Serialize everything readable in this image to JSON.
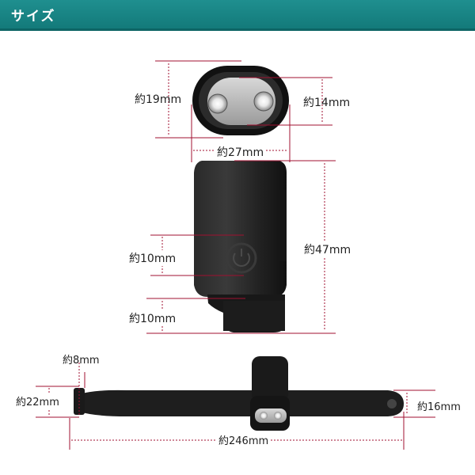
{
  "header": {
    "title": "サイズ"
  },
  "dimensions": {
    "head_height": "約19mm",
    "lens_height": "約14mm",
    "head_width": "約27mm",
    "body_height": "約47mm",
    "button_section": "約10mm",
    "base_section": "約10mm",
    "band_thickness": "約8mm",
    "band_edge_height": "約22mm",
    "band_width": "約16mm",
    "band_length": "約246mm"
  },
  "colors": {
    "header_bg": "#1a8585",
    "dimension_line": "#a01030",
    "product": "#1e1e1e"
  },
  "icons": [
    "power-button-icon",
    "led-lens-icon"
  ]
}
